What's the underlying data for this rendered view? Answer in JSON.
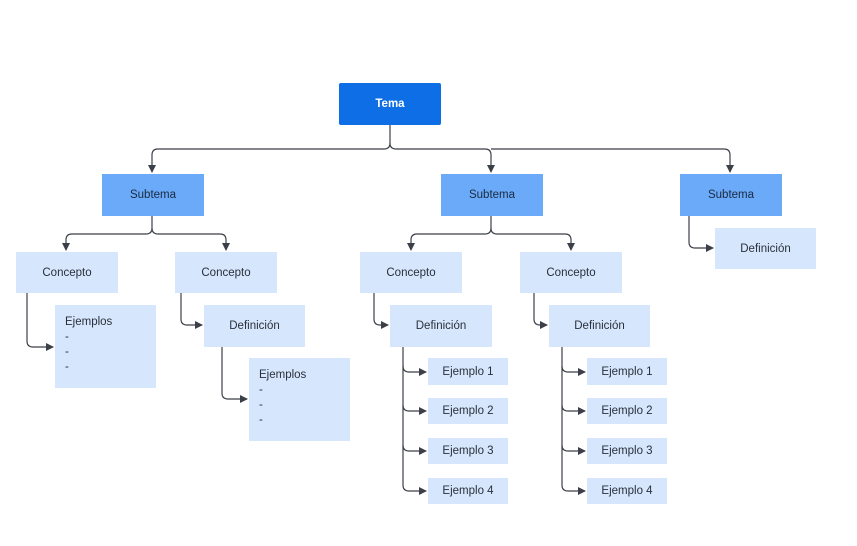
{
  "root": {
    "label": "Tema"
  },
  "subtopics": [
    {
      "label": "Subtema",
      "concepts": [
        {
          "label": "Concepto",
          "examples": {
            "title": "Ejemplos",
            "items": [
              "-",
              "-",
              "-"
            ]
          }
        },
        {
          "label": "Concepto",
          "definition": "Definición",
          "examples": {
            "title": "Ejemplos",
            "items": [
              "-",
              "-",
              "-"
            ]
          }
        }
      ]
    },
    {
      "label": "Subtema",
      "concepts": [
        {
          "label": "Concepto",
          "definition": "Definición",
          "examples_list": [
            "Ejemplo 1",
            "Ejemplo 2",
            "Ejemplo 3",
            "Ejemplo 4"
          ]
        },
        {
          "label": "Concepto",
          "definition": "Definición",
          "examples_list": [
            "Ejemplo 1",
            "Ejemplo 2",
            "Ejemplo 3",
            "Ejemplo 4"
          ]
        }
      ]
    },
    {
      "label": "Subtema",
      "definition": "Definición"
    }
  ],
  "colors": {
    "root": "#0e6ee6",
    "subtopic": "#6aaaf9",
    "leaf": "#d6e7fd",
    "connector": "#3b3f47"
  }
}
